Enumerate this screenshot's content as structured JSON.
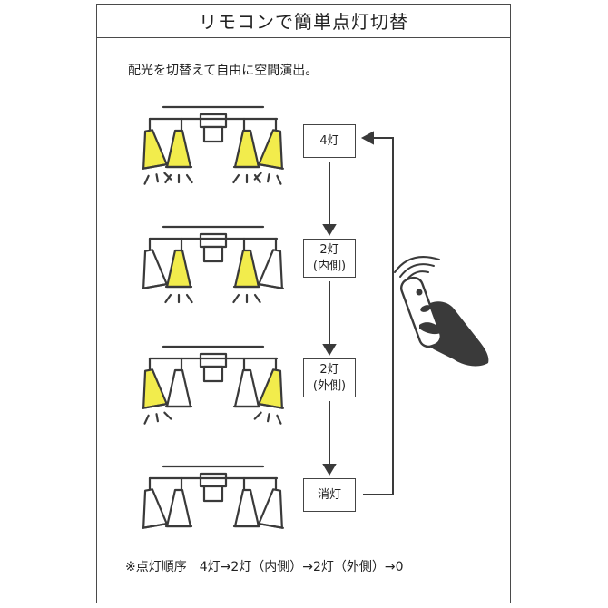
{
  "title": "リモコンで簡単点灯切替",
  "subtitle": "配光を切替えて自由に空間演出。",
  "states": [
    {
      "line1": "4灯",
      "line2": "",
      "lit": [
        true,
        true,
        true,
        true
      ]
    },
    {
      "line1": "2灯",
      "line2": "(内側)",
      "lit": [
        false,
        true,
        true,
        false
      ]
    },
    {
      "line1": "2灯",
      "line2": "(外側)",
      "lit": [
        true,
        false,
        false,
        true
      ]
    },
    {
      "line1": "消灯",
      "line2": "",
      "lit": [
        false,
        false,
        false,
        false
      ]
    }
  ],
  "footnote": "※点灯順序　4灯→2灯（内側）→2灯（外側）→0",
  "colors": {
    "lit_shade": "#f2ec4c",
    "stroke": "#3a3a3a",
    "hand": "#3a3a3a"
  },
  "icons": [
    "ceiling-light-icon",
    "remote-control-hand-icon",
    "arrow-down-icon",
    "return-arrow-icon"
  ]
}
